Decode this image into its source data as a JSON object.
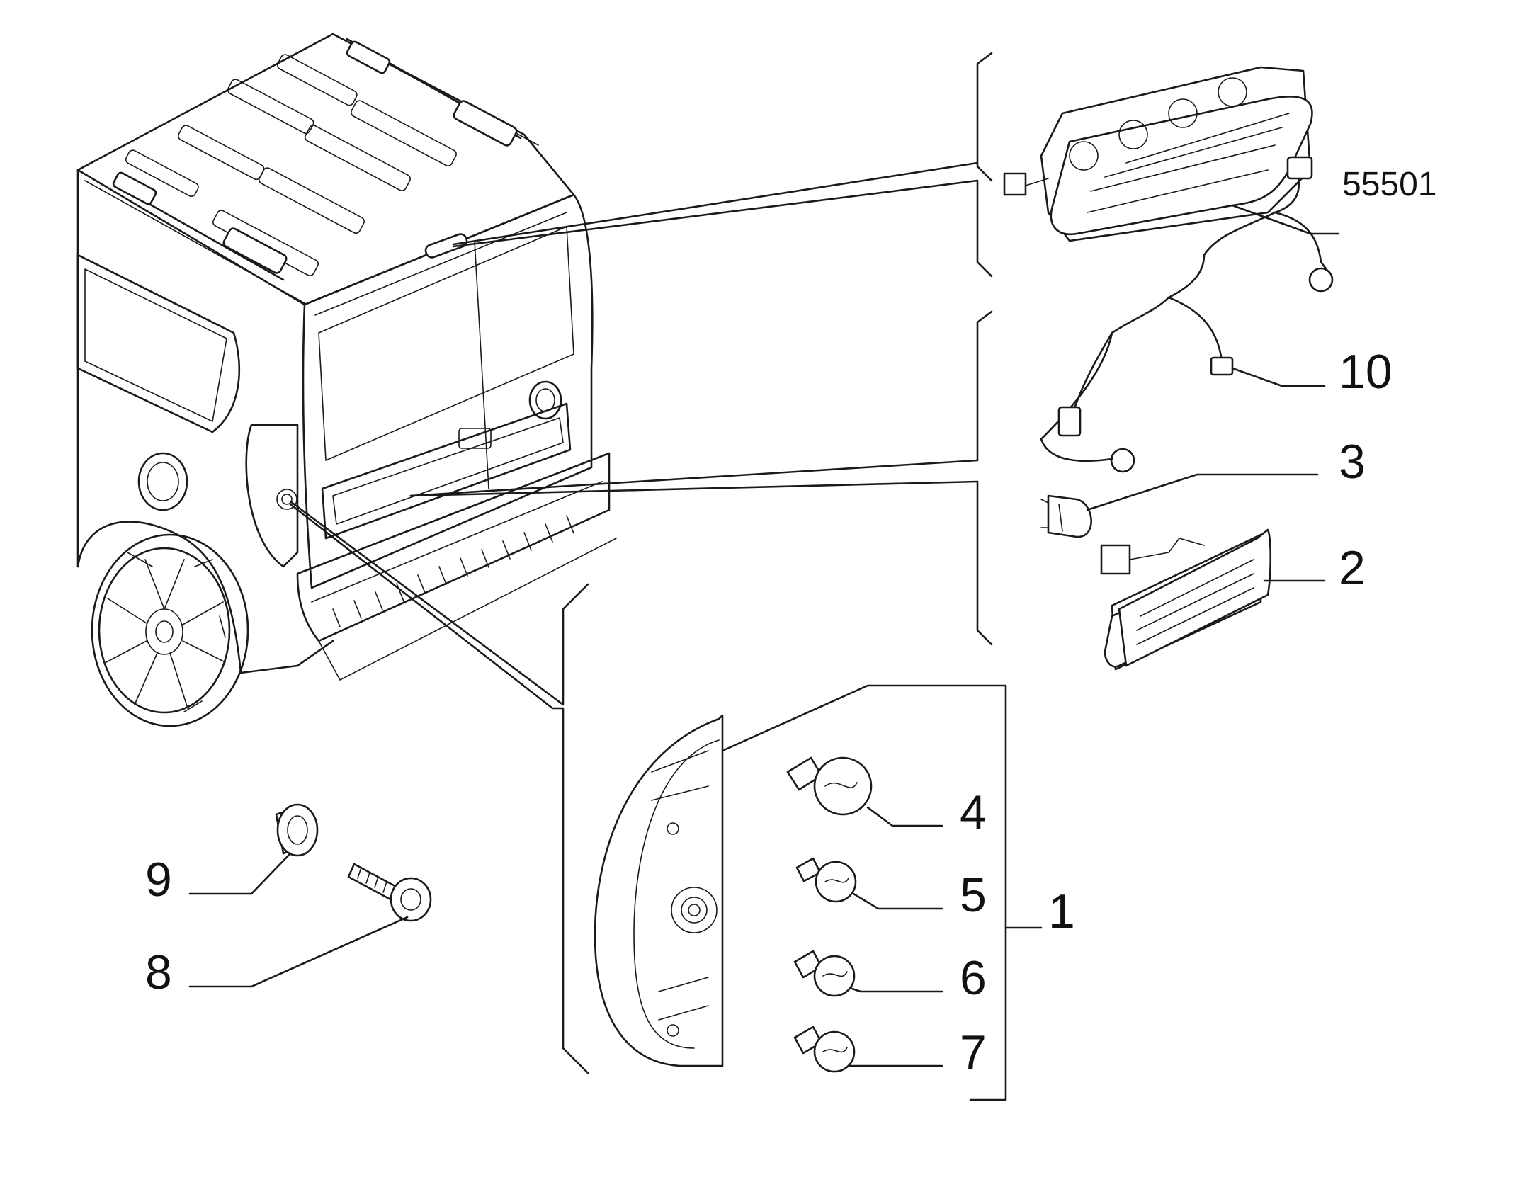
{
  "callouts": [
    {
      "id": "55501",
      "label": "55501"
    },
    {
      "id": "10",
      "label": "10"
    },
    {
      "id": "3",
      "label": "3"
    },
    {
      "id": "2",
      "label": "2"
    },
    {
      "id": "4",
      "label": "4"
    },
    {
      "id": "5",
      "label": "5"
    },
    {
      "id": "1",
      "label": "1"
    },
    {
      "id": "6",
      "label": "6"
    },
    {
      "id": "7",
      "label": "7"
    },
    {
      "id": "9",
      "label": "9"
    },
    {
      "id": "8",
      "label": "8"
    }
  ]
}
